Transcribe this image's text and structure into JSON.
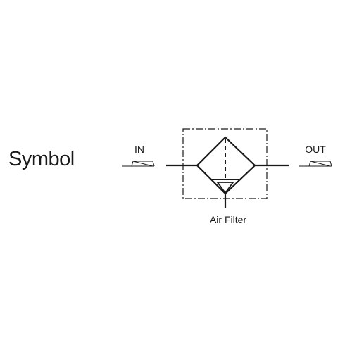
{
  "title": "Symbol",
  "symbol": {
    "inlet_label": "IN",
    "outlet_label": "OUT",
    "caption": "Air Filter"
  },
  "colors": {
    "stroke": "#1a1a1a",
    "background": "#ffffff"
  }
}
